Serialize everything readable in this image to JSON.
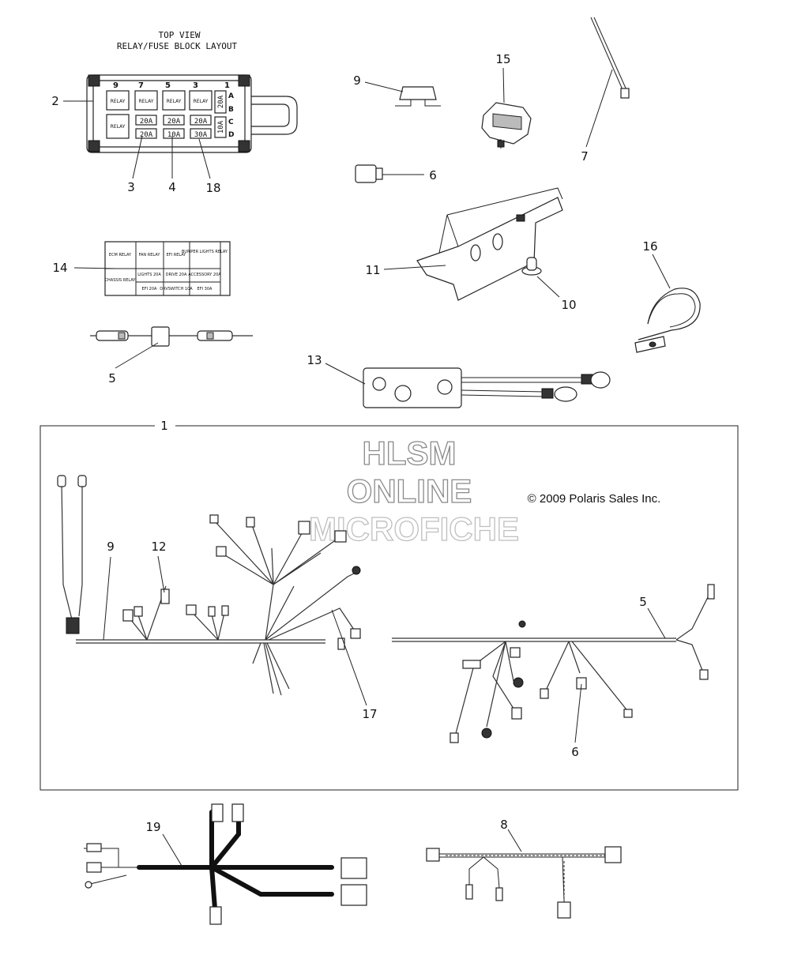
{
  "fuse_block": {
    "heading_line1": "TOP VIEW",
    "heading_line2": "RELAY/FUSE BLOCK LAYOUT",
    "relay_label": "RELAY",
    "fuse_20a": "20A",
    "fuse_10a": "10A",
    "fuse_30a": "30A",
    "row_a": "A",
    "row_b": "B",
    "row_c": "C",
    "row_d": "D",
    "col_9": "9",
    "col_7": "7",
    "col_5": "5",
    "col_3": "3",
    "col_1": "1"
  },
  "callouts": {
    "c1": "1",
    "c2": "2",
    "c3": "3",
    "c4": "4",
    "c5a": "5",
    "c5b": "5",
    "c6a": "6",
    "c6b": "6",
    "c7": "7",
    "c8": "8",
    "c9a": "9",
    "c9b": "9",
    "c10": "10",
    "c11": "11",
    "c12": "12",
    "c13": "13",
    "c14": "14",
    "c15": "15",
    "c16": "16",
    "c17": "17",
    "c18": "18",
    "c19": "19"
  },
  "decal": {
    "cell_1": "ECM RELAY",
    "cell_2": "FAN RELAY",
    "cell_3": "EFI RELAY",
    "cell_4": "BUMPER LIGHTS RELAY",
    "cell_5": "CHASSIS RELAY",
    "cell_6": "LIGHTS 20A",
    "cell_7": "DRIVE 20A",
    "cell_8": "ACCESSORY 20A",
    "cell_9": "EFI 20A",
    "cell_10": "DRVSWITCH 10A",
    "cell_11": "EFI 30A"
  },
  "watermark": {
    "line1": "HLSM",
    "line2": "ONLINE",
    "line3": "MICROFICHE"
  },
  "copyright": "© 2009 Polaris Sales Inc.",
  "colors": {
    "ink": "#111111",
    "watermark_outline": "#8a8a8a",
    "background": "#ffffff"
  }
}
